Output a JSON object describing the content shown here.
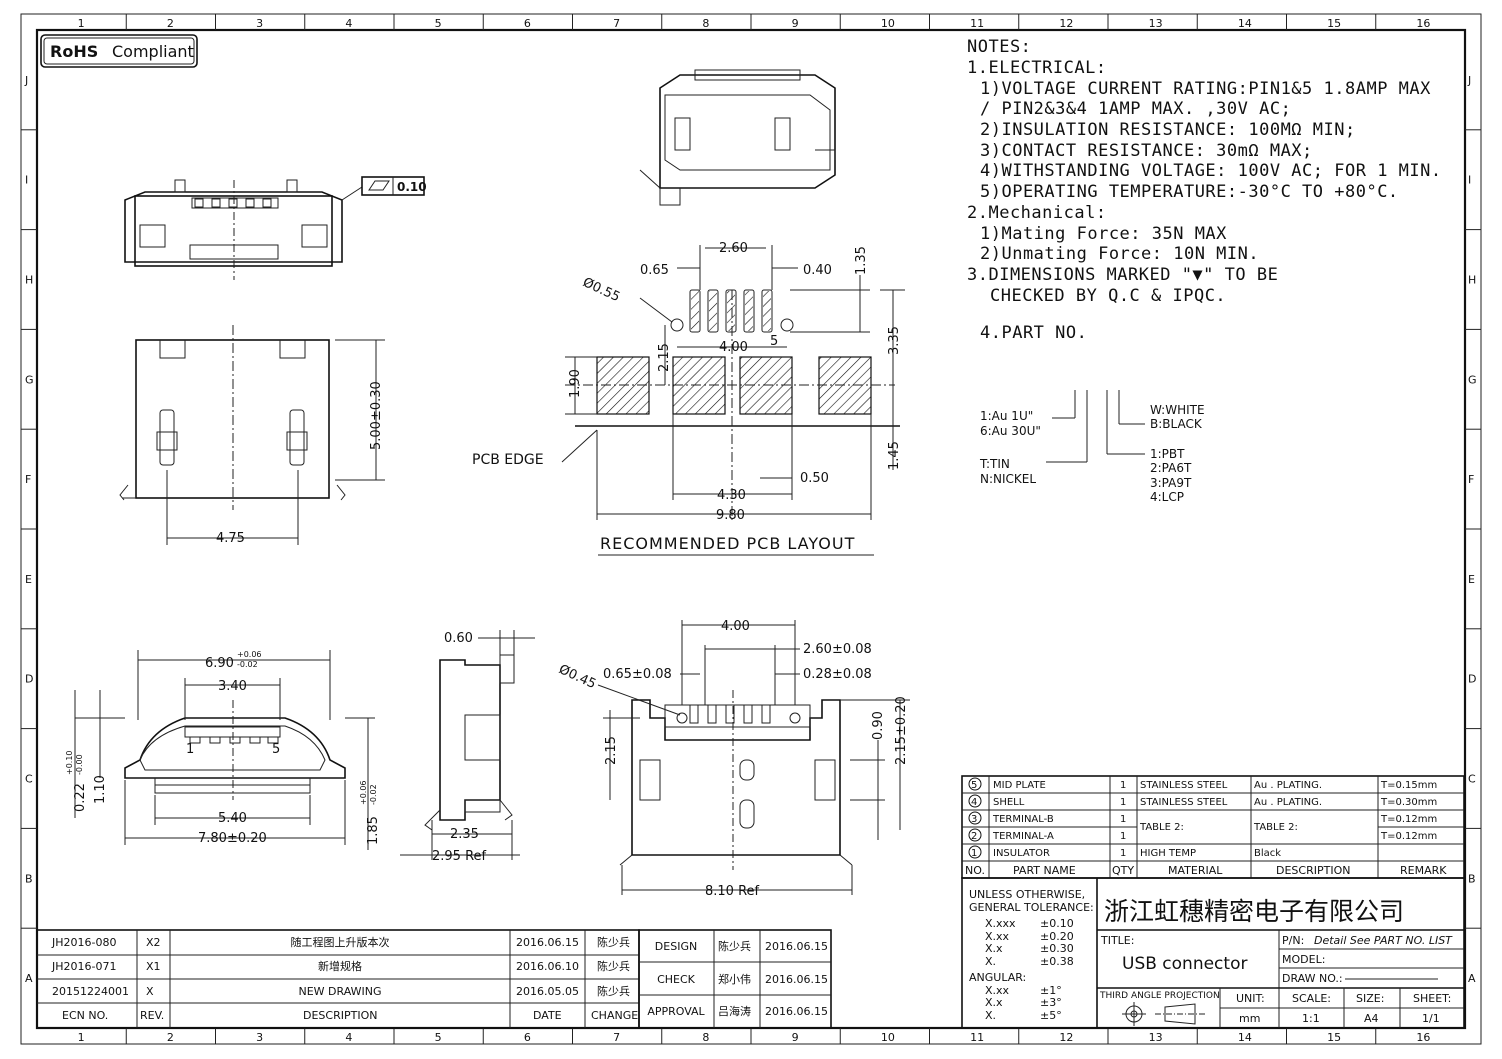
{
  "border": {
    "col_numbers": [
      "1",
      "2",
      "3",
      "4",
      "5",
      "6",
      "7",
      "8",
      "9",
      "10",
      "11",
      "12",
      "13",
      "14",
      "15",
      "16"
    ],
    "row_letters": [
      "J",
      "I",
      "H",
      "G",
      "F",
      "E",
      "D",
      "C",
      "B",
      "A"
    ]
  },
  "rohs": {
    "bold": "RoHS",
    "text": "Compliant"
  },
  "flatness": {
    "value": "0.10"
  },
  "notes": {
    "title": "NOTES:",
    "electrical": "1.ELECTRICAL:",
    "e1a": "1)VOLTAGE CURRENT RATING:PIN1&5 1.8AMP MAX",
    "e1b": "/ PIN2&3&4 1AMP MAX. ,30V AC;",
    "e2": "2)INSULATION RESISTANCE: 100MΩ MIN;",
    "e3": "3)CONTACT RESISTANCE: 30mΩ MAX;",
    "e4": "4)WITHSTANDING VOLTAGE: 100V AC; FOR 1 MIN.",
    "e5": "5)OPERATING TEMPERATURE:-30°C TO +80°C.",
    "mech": "2.Mechanical:",
    "m1": "1)Mating Force:  35N MAX",
    "m2": "2)Unmating Force:  10N MIN.",
    "dim1": "3.DIMENSIONS MARKED \"▼\" TO BE",
    "dim2": "CHECKED BY Q.C & IPQC.",
    "part": "4.PART NO."
  },
  "part_code": {
    "plating1": "1:Au 1U\"",
    "plating2": "6:Au 30U\"",
    "finish1": "T:TIN",
    "finish2": "N:NICKEL",
    "color1": "W:WHITE",
    "color2": "B:BLACK",
    "mat1": "1:PBT",
    "mat2": "2:PA6T",
    "mat3": "3:PA9T",
    "mat4": "4:LCP"
  },
  "pcb_layout": {
    "title": "RECOMMENDED PCB LAYOUT",
    "pcb_edge": "PCB EDGE",
    "d_260": "2.60",
    "d_065": "0.65",
    "d_040": "0.40",
    "d_135": "1.35",
    "d_phi055": "Ø0.55",
    "d_335": "3.35",
    "d_215": "2.15",
    "d_400": "4.00",
    "pin5": "5",
    "d_190": "1.90",
    "d_145": "1.45",
    "d_050": "0.50",
    "d_430": "4.30",
    "d_980": "9.80"
  },
  "front_view": {
    "d_475": "4.75",
    "d_500": "5.00±0.30"
  },
  "end_view": {
    "d_690": "6.90",
    "d_690_tol_up": "+0.06",
    "d_690_tol_dn": "-0.02",
    "d_340": "3.40",
    "pin1": "1",
    "pin5": "5",
    "d_022": "0.22",
    "d_022_up": "+0.10",
    "d_022_dn": "-0.00",
    "d_110": "1.10",
    "d_540": "5.40",
    "d_780": "7.80±0.20",
    "d_185": "1.85",
    "d_185_up": "+0.06",
    "d_185_dn": "-0.02"
  },
  "side_view": {
    "d_060": "0.60",
    "d_235": "2.35",
    "d_295": "2.95 Ref"
  },
  "bottom_view": {
    "d_400": "4.00",
    "d_260": "2.60±0.08",
    "d_065": "0.65±0.08",
    "d_028": "0.28±0.08",
    "d_phi045": "Ø0.45",
    "d_215a": "2.15",
    "d_090": "0.90",
    "d_215b": "2.15±0.20",
    "d_810": "8.10 Ref"
  },
  "bom": {
    "rows": [
      {
        "no": "5",
        "name": "MID PLATE",
        "qty": "1",
        "material": "STAINLESS STEEL",
        "desc": "Au . PLATING.",
        "remark": "T=0.15mm"
      },
      {
        "no": "4",
        "name": "SHELL",
        "qty": "1",
        "material": "STAINLESS STEEL",
        "desc": "Au . PLATING.",
        "remark": "T=0.30mm"
      },
      {
        "no": "3",
        "name": "TERMINAL-B",
        "qty": "1",
        "material": "TABLE 2:",
        "desc": "TABLE 2:",
        "remark": "T=0.12mm"
      },
      {
        "no": "2",
        "name": "TERMINAL-A",
        "qty": "1",
        "material": "",
        "desc": "",
        "remark": "T=0.12mm"
      },
      {
        "no": "1",
        "name": "INSULATOR",
        "qty": "1",
        "material": "HIGH TEMP",
        "desc": "Black",
        "remark": ""
      }
    ],
    "header": {
      "no": "NO.",
      "name": "PART NAME",
      "qty": "QTY",
      "material": "MATERIAL",
      "desc": "DESCRIPTION",
      "remark": "REMARK"
    }
  },
  "tolerance": {
    "head1": "UNLESS OTHERWISE,",
    "head2": "GENERAL TOLERANCE:",
    "xxxx": "X.xxx",
    "xxxx_v": "±0.10",
    "xxx": "X.xx",
    "xxx_v": "±0.20",
    "xx": "X.x",
    "xx_v": "±0.30",
    "x": "X.",
    "x_v": "±0.38",
    "angular": "ANGULAR:",
    "a_xx": "X.xx",
    "a_xx_v": "±1°",
    "a_x": "X.x",
    "a_x_v": "±3°",
    "a_0": "X.",
    "a_0_v": "±5°"
  },
  "title_block": {
    "company": "浙江虹穗精密电子有限公司",
    "title_label": "TITLE:",
    "title": "USB connector",
    "pn_label": "P/N:",
    "pn": "Detail See PART NO. LIST",
    "model_label": "MODEL:",
    "drawno_label": "DRAW NO.:",
    "projection": "THIRD ANGLE PROJECTION",
    "unit_label": "UNIT:",
    "unit": "mm",
    "scale_label": "SCALE:",
    "scale": "1:1",
    "size_label": "SIZE:",
    "size": "A4",
    "sheet_label": "SHEET:",
    "sheet": "1/1"
  },
  "revisions": {
    "rows": [
      {
        "ecn": "JH2016-080",
        "rev": "X2",
        "desc": "随工程图上升版本次",
        "date": "2016.06.15",
        "change": "陈少兵"
      },
      {
        "ecn": "JH2016-071",
        "rev": "X1",
        "desc": "新增规格",
        "date": "2016.06.10",
        "change": "陈少兵"
      },
      {
        "ecn": "20151224001",
        "rev": "X",
        "desc": "NEW DRAWING",
        "date": "2016.05.05",
        "change": "陈少兵"
      }
    ],
    "header": {
      "ecn": "ECN NO.",
      "rev": "REV.",
      "desc": "DESCRIPTION",
      "date": "DATE",
      "change": "CHANGE"
    }
  },
  "signoff": {
    "rows": [
      {
        "role": "DESIGN",
        "name": "陈少兵",
        "date": "2016.06.15"
      },
      {
        "role": "CHECK",
        "name": "郑小伟",
        "date": "2016.06.15"
      },
      {
        "role": "APPROVAL",
        "name": "吕海涛",
        "date": "2016.06.15"
      }
    ]
  }
}
